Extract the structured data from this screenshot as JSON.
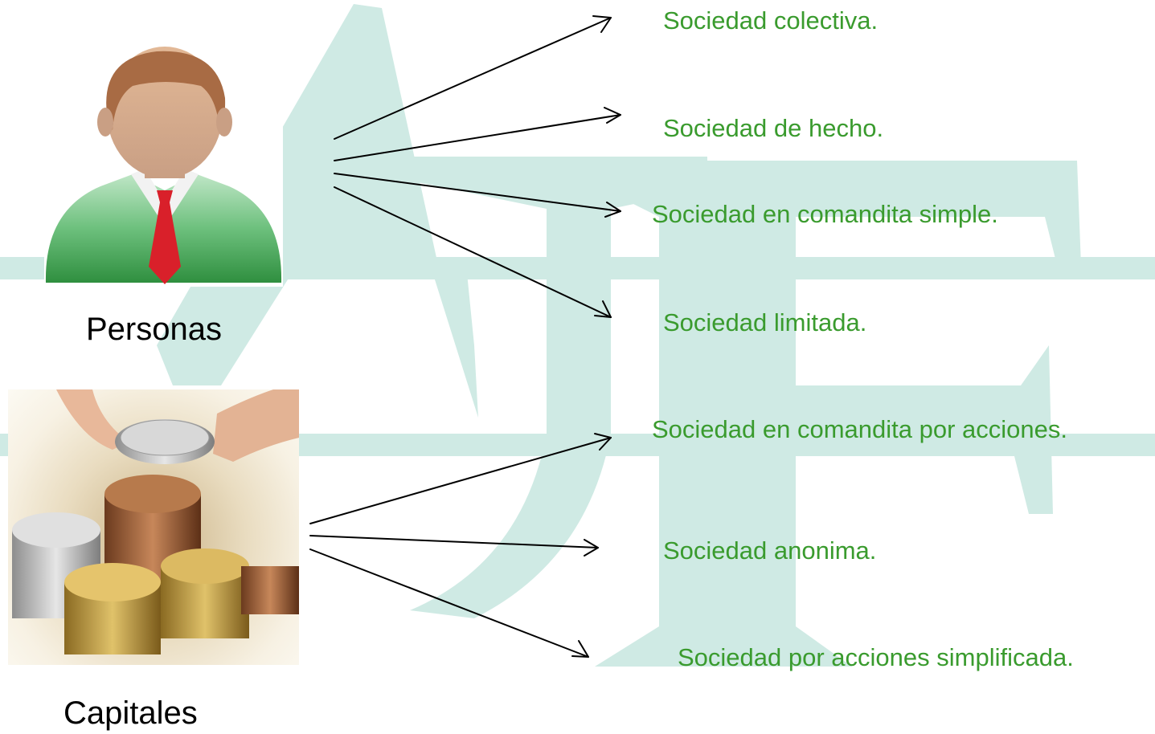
{
  "left_groups": {
    "personas": {
      "label": "Personas",
      "icon": "businessman-icon"
    },
    "capitales": {
      "label": "Capitales",
      "icon": "coins-icon"
    }
  },
  "sociedades": {
    "personas": [
      "Sociedad colectiva.",
      "Sociedad de hecho.",
      "Sociedad en comandita simple.",
      "Sociedad limitada."
    ],
    "capitales": [
      "Sociedad en comandita por acciones.",
      "Sociedad anonima.",
      "Sociedad por acciones simplificada."
    ]
  },
  "colors": {
    "text_green": "#3a9b2e",
    "watermark_teal": "#cfeae4",
    "arrow": "#000000"
  }
}
